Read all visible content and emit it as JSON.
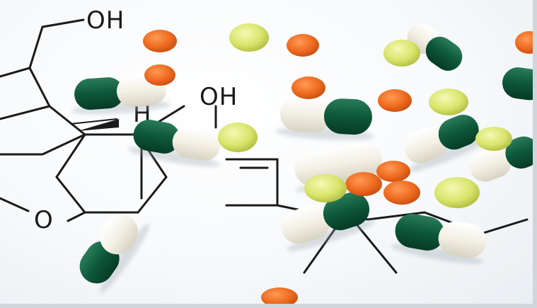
{
  "photo": {
    "formula_labels": {
      "oh_top": "OH",
      "oh_middle": "OH",
      "h_label": "H",
      "o_ring": "O"
    },
    "colors": {
      "capsule_green": "#0f5a3c",
      "capsule_cream": "#f3f0e4",
      "tablet_orange": "#ee6a1f",
      "tablet_yellow": "#d8e56b",
      "line_ink": "#1a1a1a",
      "background": "#f7f9fb"
    }
  }
}
